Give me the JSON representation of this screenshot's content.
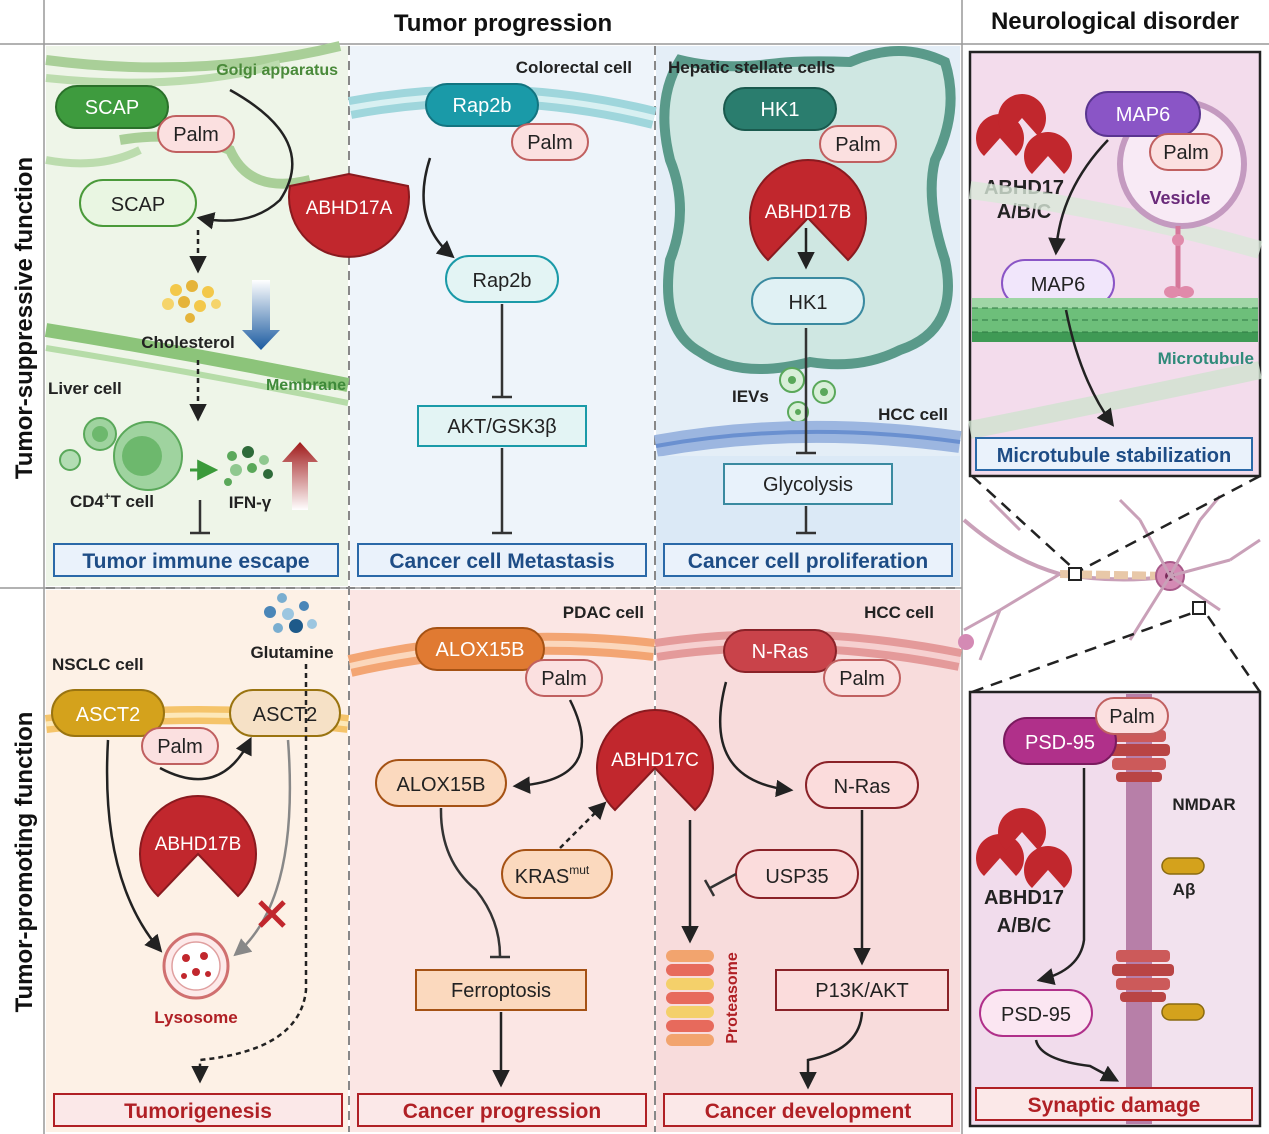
{
  "header": {
    "tumor_progression": "Tumor progression",
    "neurological_disorder": "Neurological disorder"
  },
  "rows": {
    "suppressive": "Tumor-suppressive function",
    "promoting": "Tumor-promoting function"
  },
  "panels": {
    "liver": {
      "golgi": "Golgi apparatus",
      "scap_top": "SCAP",
      "palm": "Palm",
      "scap_bottom": "SCAP",
      "cholesterol": "Cholesterol",
      "membrane": "Membrane",
      "cell": "Liver cell",
      "cd4_prefix": "CD4",
      "cd4_sup": "+",
      "cd4_suffix": "T cell",
      "ifn": "IFN-γ",
      "outcome": "Tumor immune escape"
    },
    "colorectal": {
      "cell": "Colorectal cell",
      "rap2b_top": "Rap2b",
      "palm": "Palm",
      "enzyme": "ABHD17A",
      "rap2b_bottom": "Rap2b",
      "akt": "AKT/GSK3β",
      "outcome": "Cancer cell Metastasis"
    },
    "hepatic": {
      "cell": "Hepatic stellate cells",
      "hk1_top": "HK1",
      "palm": "Palm",
      "enzyme": "ABHD17B",
      "hk1_bottom": "HK1",
      "ievs": "IEVs",
      "hcc": "HCC cell",
      "glycolysis": "Glycolysis",
      "outcome": "Cancer cell proliferation"
    },
    "nsclc": {
      "cell": "NSCLC cell",
      "glutamine": "Glutamine",
      "asct2_left": "ASCT2",
      "asct2_right": "ASCT2",
      "palm": "Palm",
      "enzyme": "ABHD17B",
      "lysosome": "Lysosome",
      "outcome": "Tumorigenesis"
    },
    "pdac": {
      "cell": "PDAC cell",
      "alox_top": "ALOX15B",
      "palm": "Palm",
      "alox_bottom": "ALOX15B",
      "kras": "KRAS",
      "kras_sup": "mut",
      "ferroptosis": "Ferroptosis",
      "outcome": "Cancer progression"
    },
    "hcc": {
      "cell": "HCC cell",
      "nras_top": "N-Ras",
      "palm": "Palm",
      "enzyme": "ABHD17C",
      "nras_bottom": "N-Ras",
      "usp35": "USP35",
      "proteasome": "Proteasome",
      "pi3k": "P13K/AKT",
      "outcome": "Cancer development"
    },
    "neuro_top": {
      "enzyme_line1": "ABHD17",
      "enzyme_line2": "A/B/C",
      "map6_top": "MAP6",
      "palm": "Palm",
      "vesicle": "Vesicle",
      "map6_bottom": "MAP6",
      "microtubule": "Microtubule",
      "outcome": "Microtubule stabilization"
    },
    "neuro_bottom": {
      "psd_top": "PSD-95",
      "palm": "Palm",
      "nmdar": "NMDAR",
      "abeta": "Aβ",
      "enzyme_line1": "ABHD17",
      "enzyme_line2": "A/B/C",
      "psd_bottom": "PSD-95",
      "outcome": "Synaptic damage"
    }
  },
  "colors": {
    "enzyme_red": "#c1272d",
    "palm_fill": "#fbe0e0",
    "scap_green": "#3e9b3e",
    "rap2b_teal": "#1a9aa8",
    "hk1_teal": "#2a7d6e",
    "asct2_gold": "#d4a21c",
    "alox_orange": "#e07a32",
    "nras_red": "#c9434a",
    "map6_purple": "#8a55c6",
    "psd_magenta": "#b0308a",
    "outcome_blue": "#1e4d86",
    "outcome_red": "#b02025"
  }
}
